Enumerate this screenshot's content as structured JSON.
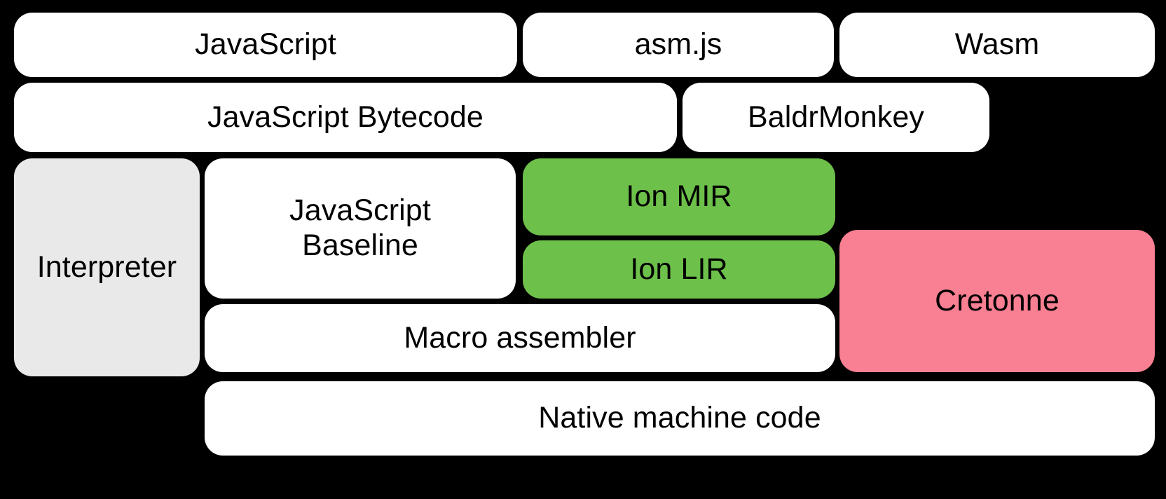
{
  "diagram": {
    "title": "SpiderMonkey / Cretonne compilation pipeline",
    "background_color": "#000000",
    "palette": {
      "white": "#ffffff",
      "gray": "#e9e9e9",
      "green": "#6dc04a",
      "pink": "#f97f92",
      "text": "#000000"
    },
    "rows": [
      {
        "name": "source-languages",
        "nodes": [
          {
            "id": "javascript",
            "label": "JavaScript",
            "color": "white"
          },
          {
            "id": "asmjs",
            "label": "asm.js",
            "color": "white"
          },
          {
            "id": "wasm",
            "label": "Wasm",
            "color": "white"
          }
        ]
      },
      {
        "name": "front-end-ir",
        "nodes": [
          {
            "id": "js-bytecode",
            "label": "JavaScript Bytecode",
            "color": "white"
          },
          {
            "id": "baldrmonkey",
            "label": "BaldrMonkey",
            "color": "white"
          }
        ]
      },
      {
        "name": "execution-tiers",
        "nodes": [
          {
            "id": "interpreter",
            "label": "Interpreter",
            "color": "gray"
          },
          {
            "id": "js-baseline",
            "label": "JavaScript\nBaseline",
            "color": "white"
          },
          {
            "id": "ion-mir",
            "label": "Ion MIR",
            "color": "green"
          },
          {
            "id": "ion-lir",
            "label": "Ion LIR",
            "color": "green"
          },
          {
            "id": "cretonne",
            "label": "Cretonne",
            "color": "pink"
          }
        ]
      },
      {
        "name": "code-emission",
        "nodes": [
          {
            "id": "macro-assembler",
            "label": "Macro assembler",
            "color": "white"
          }
        ]
      },
      {
        "name": "output",
        "nodes": [
          {
            "id": "native-code",
            "label": "Native machine code",
            "color": "white"
          }
        ]
      }
    ],
    "labels": {
      "javascript": "JavaScript",
      "asmjs": "asm.js",
      "wasm": "Wasm",
      "js_bytecode": "JavaScript Bytecode",
      "baldrmonkey": "BaldrMonkey",
      "interpreter": "Interpreter",
      "js_baseline": "JavaScript\nBaseline",
      "ion_mir": "Ion MIR",
      "ion_lir": "Ion LIR",
      "cretonne": "Cretonne",
      "macro_assembler": "Macro assembler",
      "native_code": "Native machine code"
    }
  }
}
